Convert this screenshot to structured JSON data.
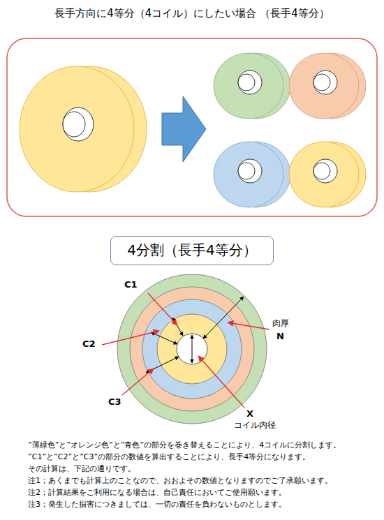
{
  "diagram": {
    "title": "長手方向に4等分（4コイル）にしたい場合 （長手4等分）",
    "nodes": [
      {
        "text": [
          "4分割（長手4等分）"
        ]
      }
    ],
    "labels": [
      "C1",
      "C2",
      "C3",
      "肉厚",
      "N",
      "X",
      "コイル内径",
      "”薄緑色”と”オレンジ色”と”青色”の部分を巻き替えることにより、4コイルに分割します。",
      "”C1”と”C2”と”C3”の部分の数値を算出することにより、長手4等分になります。",
      "その計算は、下記の通りです。",
      "注1；あくまでも計算上のことなので、おおよその数値となりますのでご了承願います。",
      "注2；計算結果をご利用になる場合は、自己責任においてご使用願います。",
      "注3；発生した損害につきましては、一切の責任を負わないものとします。"
    ]
  }
}
